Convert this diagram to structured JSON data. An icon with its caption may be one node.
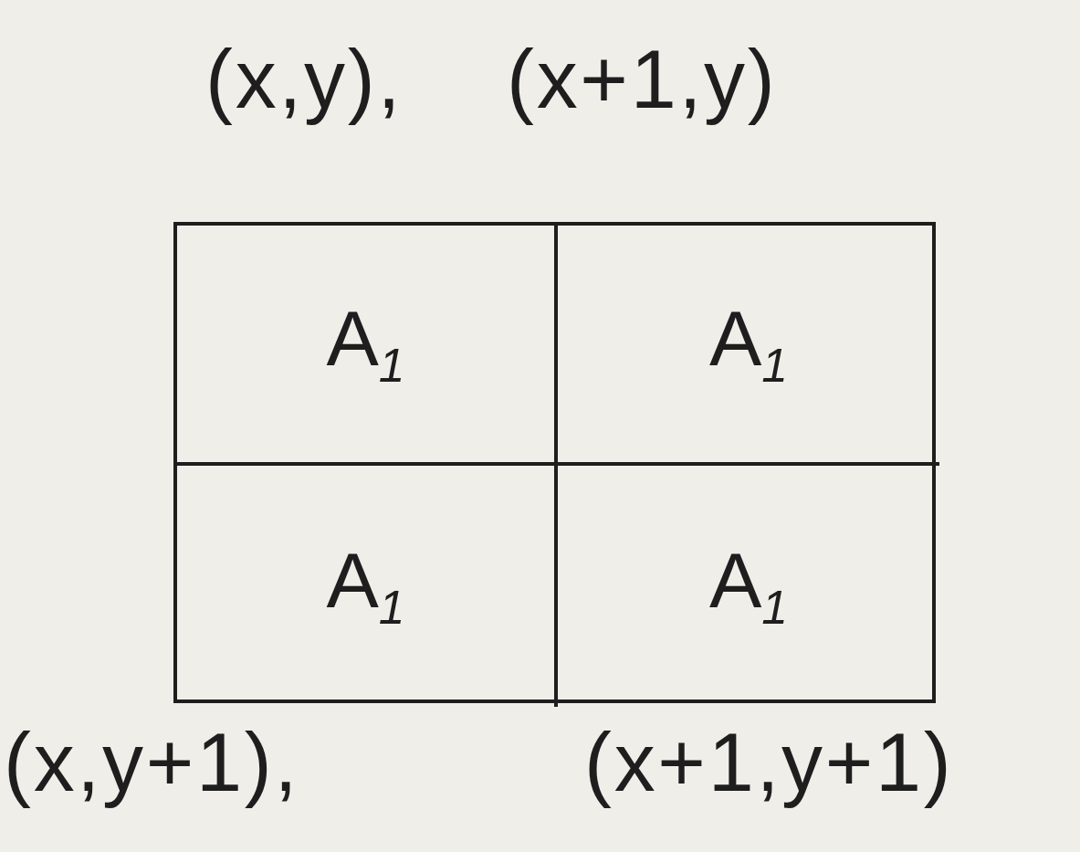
{
  "diagram": {
    "labels": [
      "(x,y),",
      "(x+1,y)",
      "A$_{1}$",
      "A$_{1}$",
      "A$_{1}$",
      "A$_{1}$",
      "(x,y+1),",
      "(x+1,y+1)"
    ]
  }
}
